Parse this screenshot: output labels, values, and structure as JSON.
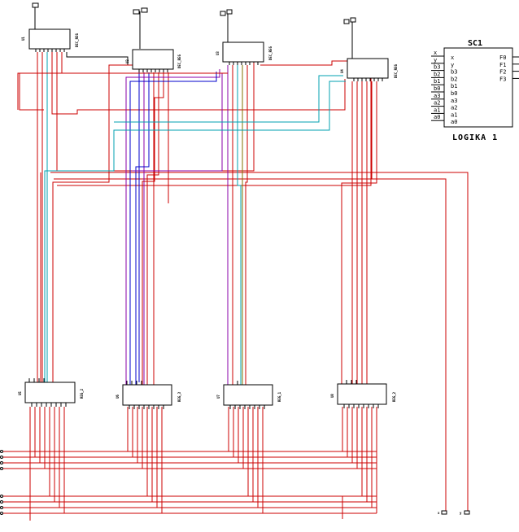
{
  "wire_colors": {
    "red": "#cc0000",
    "blue": "#0000cc",
    "purple": "#8800aa",
    "cyan": "#00a0b0",
    "olive": "#807000",
    "black": "#000000"
  },
  "sc1": {
    "name": "SC1",
    "subtitle": "LOGIKA 1",
    "inputs_outer": [
      "x",
      "y",
      "b3",
      "b2",
      "b1",
      "b0",
      "a3",
      "a2",
      "a1",
      "a0"
    ],
    "inputs_inner": [
      "x",
      "y",
      "b3",
      "b2",
      "b1",
      "b0",
      "a3",
      "a2",
      "a1",
      "a0"
    ],
    "outputs": [
      "F0",
      "F1",
      "F2",
      "F3"
    ]
  },
  "top_chips": [
    {
      "ref": "U1",
      "type": "DEC_REG"
    },
    {
      "ref": "U2",
      "type": "DEC_REG"
    },
    {
      "ref": "U3",
      "type": "DEC_REG"
    },
    {
      "ref": "U4",
      "type": "DEC_REG"
    }
  ],
  "bottom_chips": [
    {
      "ref": "U5",
      "type": "REG_2"
    },
    {
      "ref": "U6",
      "type": "REG_3"
    },
    {
      "ref": "U7",
      "type": "REG_1"
    },
    {
      "ref": "U8",
      "type": "REG_2"
    }
  ],
  "terminals": {
    "x": "x",
    "y": "y"
  }
}
